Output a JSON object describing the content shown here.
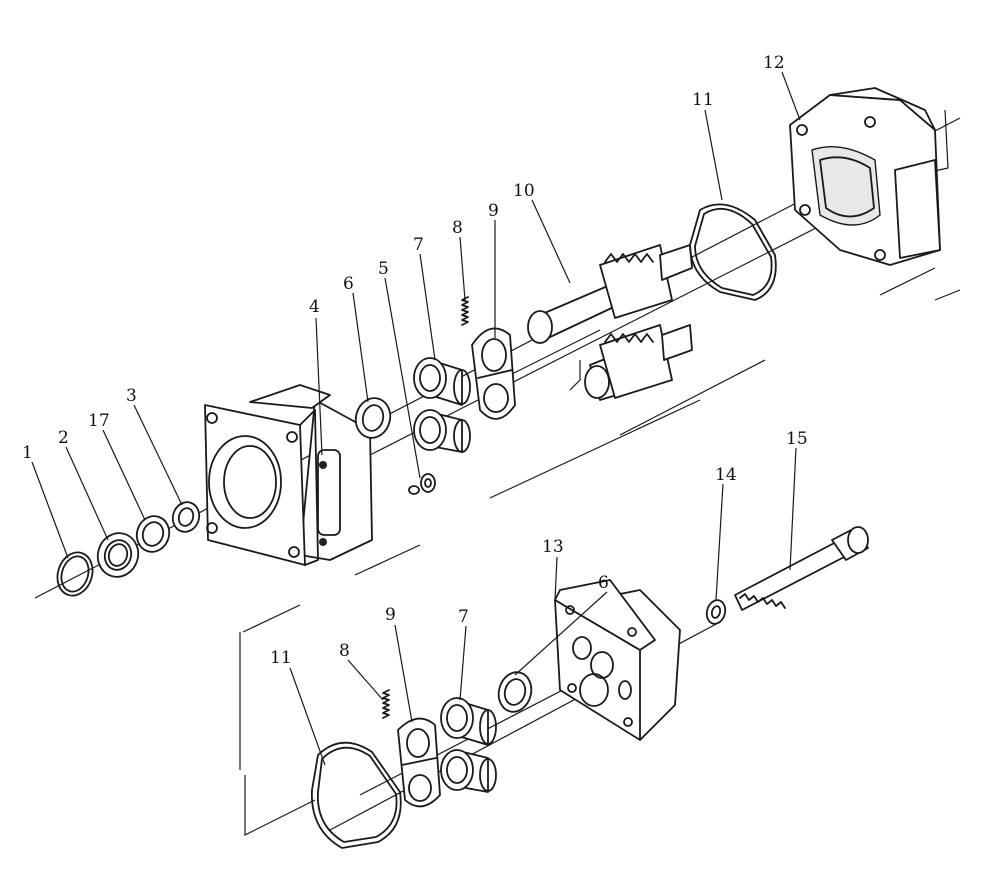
{
  "labels": {
    "p1": "1",
    "p2": "2",
    "p17": "17",
    "p3": "3",
    "p4": "4",
    "p6a": "6",
    "p5": "5",
    "p7a": "7",
    "p8a": "8",
    "p9a": "9",
    "p10": "10",
    "p11a": "11",
    "p12": "12",
    "p13": "13",
    "p14": "14",
    "p15": "15",
    "p6b": "6",
    "p7b": "7",
    "p9b": "9",
    "p8b": "8",
    "p11b": "11"
  }
}
